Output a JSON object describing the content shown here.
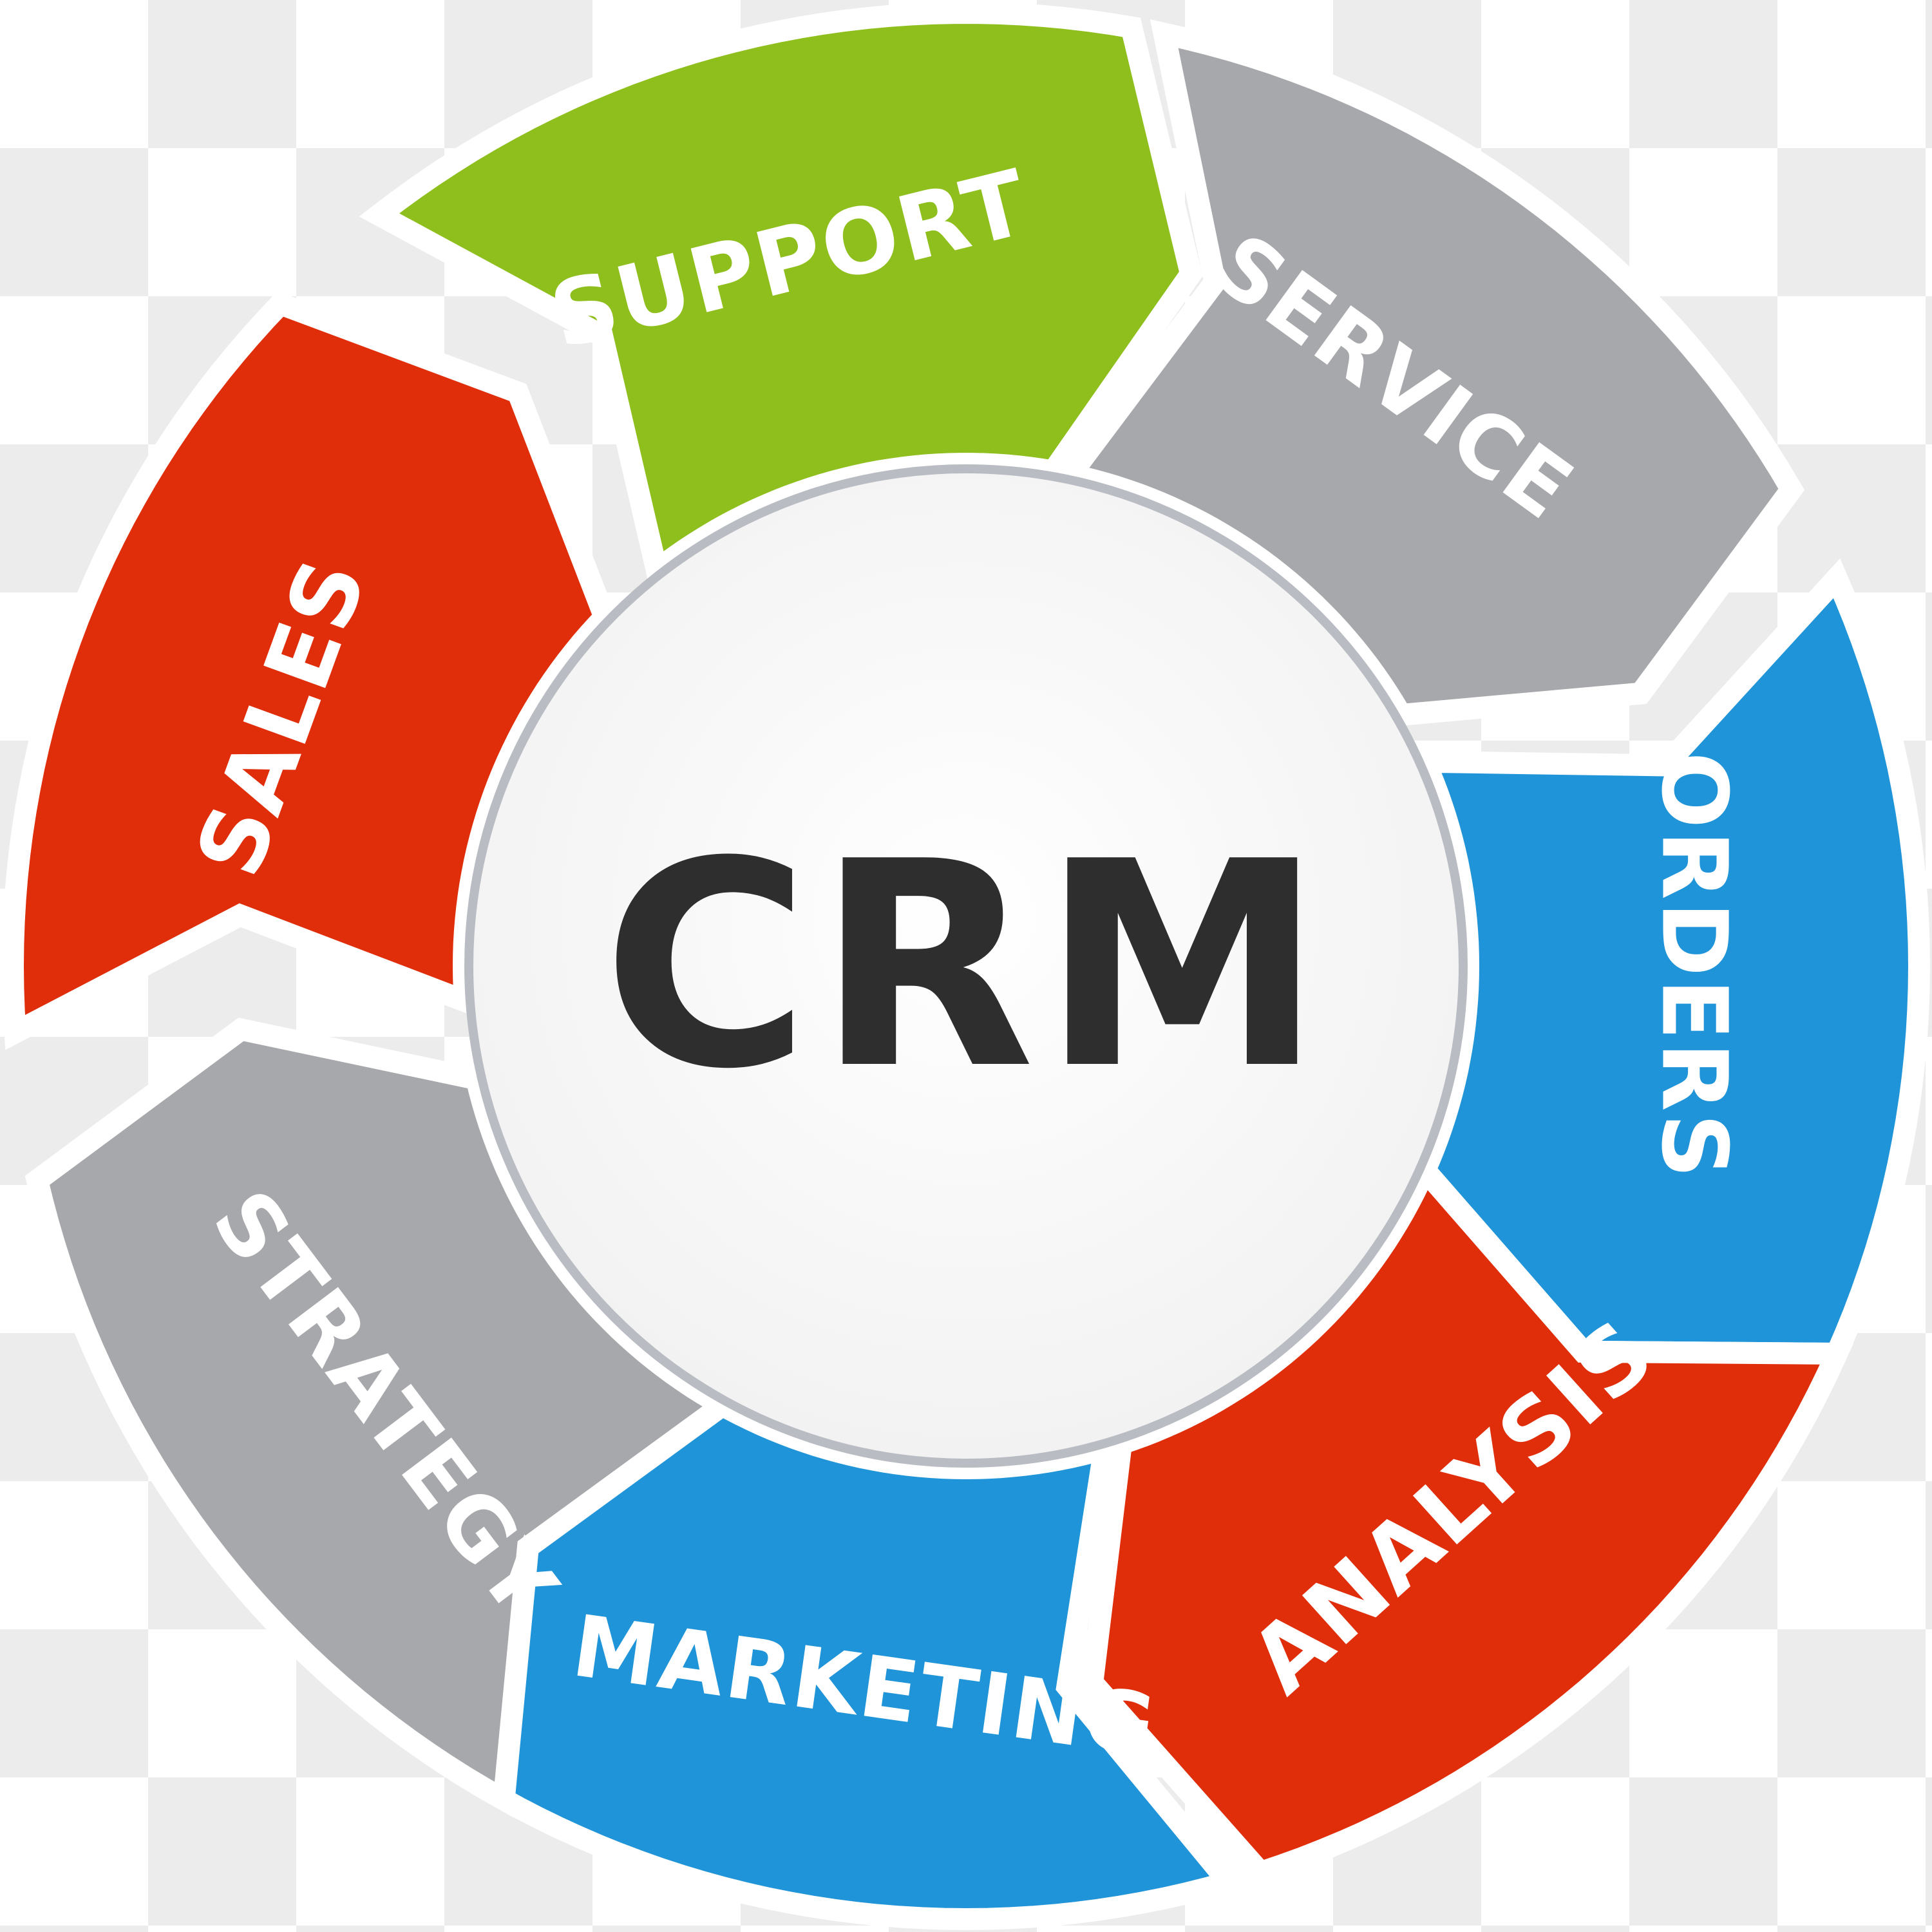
{
  "center": {
    "title": "CRM"
  },
  "segments": [
    {
      "key": "orders",
      "label": "ORDERS",
      "color": "#2094d8"
    },
    {
      "key": "analysis",
      "label": "ANALYSIS",
      "color": "#e02d0a"
    },
    {
      "key": "marketing",
      "label": "MARKETING",
      "color": "#2094d8"
    },
    {
      "key": "strategy",
      "label": "STRATEGY",
      "color": "#a7a8ab"
    },
    {
      "key": "sales",
      "label": "SALES",
      "color": "#e02d0a"
    },
    {
      "key": "support",
      "label": "SUPPORT",
      "color": "#8ebf1c"
    },
    {
      "key": "service",
      "label": "SERVICE",
      "color": "#a7a8ab"
    }
  ]
}
